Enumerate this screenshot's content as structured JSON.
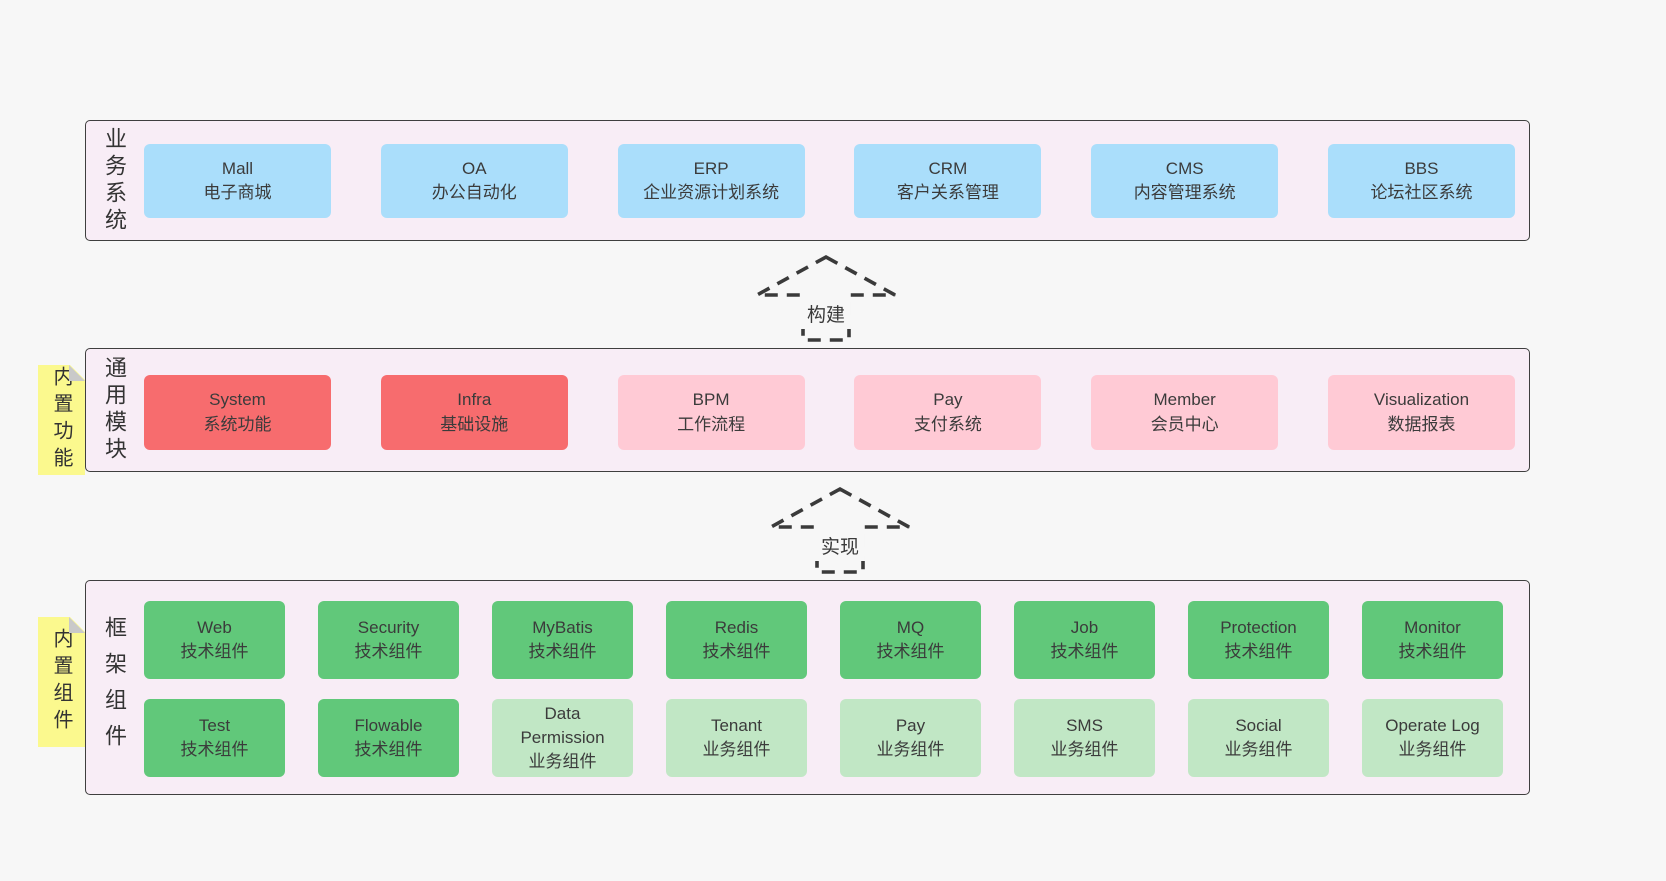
{
  "colors": {
    "page_bg": "#f7f7f7",
    "panel_bg": "#f8edf6",
    "panel_border": "#3f3f3f",
    "blue": "#aadefb",
    "red": "#f76c6e",
    "pink": "#ffcad5",
    "green_dark": "#61c87a",
    "green_light": "#c1e7c5",
    "note_yellow": "#fbf98e",
    "note_fold": "#c9c9c9",
    "arrow_stroke": "#3a3a3a",
    "text": "#3b3b3b"
  },
  "arrows": [
    {
      "label": "构建"
    },
    {
      "label": "实现"
    }
  ],
  "layers": [
    {
      "side_label": "业务系统",
      "boxes": [
        {
          "title": "Mall",
          "subtitle": "电子商城"
        },
        {
          "title": "OA",
          "subtitle": "办公自动化"
        },
        {
          "title": "ERP",
          "subtitle": "企业资源计划系统"
        },
        {
          "title": "CRM",
          "subtitle": "客户关系管理"
        },
        {
          "title": "CMS",
          "subtitle": "内容管理系统"
        },
        {
          "title": "BBS",
          "subtitle": "论坛社区系统"
        }
      ]
    },
    {
      "side_label": "通用模块",
      "sticky_note": "内置功能",
      "boxes": [
        {
          "title": "System",
          "subtitle": "系统功能"
        },
        {
          "title": "Infra",
          "subtitle": "基础设施"
        },
        {
          "title": "BPM",
          "subtitle": "工作流程"
        },
        {
          "title": "Pay",
          "subtitle": "支付系统"
        },
        {
          "title": "Member",
          "subtitle": "会员中心"
        },
        {
          "title": "Visualization",
          "subtitle": "数据报表"
        }
      ]
    },
    {
      "side_label": "框架组件",
      "sticky_note": "内置组件",
      "rows": [
        [
          {
            "title": "Web",
            "subtitle": "技术组件"
          },
          {
            "title": "Security",
            "subtitle": "技术组件"
          },
          {
            "title": "MyBatis",
            "subtitle": "技术组件"
          },
          {
            "title": "Redis",
            "subtitle": "技术组件"
          },
          {
            "title": "MQ",
            "subtitle": "技术组件"
          },
          {
            "title": "Job",
            "subtitle": "技术组件"
          },
          {
            "title": "Protection",
            "subtitle": "技术组件"
          },
          {
            "title": "Monitor",
            "subtitle": "技术组件"
          }
        ],
        [
          {
            "title": "Test",
            "subtitle": "技术组件"
          },
          {
            "title": "Flowable",
            "subtitle": "技术组件"
          },
          {
            "title": "Data Permission",
            "subtitle": "业务组件"
          },
          {
            "title": "Tenant",
            "subtitle": "业务组件"
          },
          {
            "title": "Pay",
            "subtitle": "业务组件"
          },
          {
            "title": "SMS",
            "subtitle": "业务组件"
          },
          {
            "title": "Social",
            "subtitle": "业务组件"
          },
          {
            "title": "Operate Log",
            "subtitle": "业务组件"
          }
        ]
      ]
    }
  ]
}
